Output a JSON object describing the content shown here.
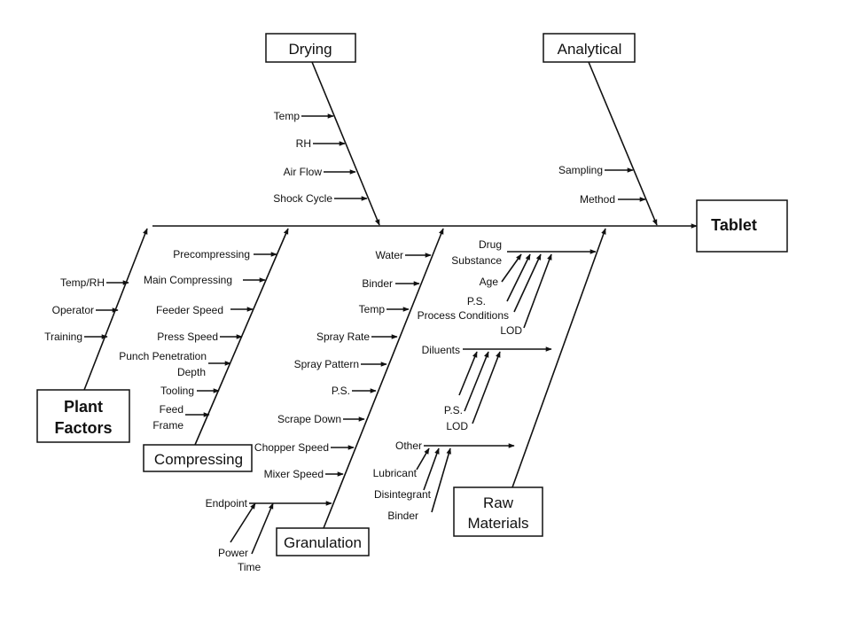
{
  "effect": "Tablet",
  "categories": {
    "drying": {
      "label": "Drying",
      "causes": [
        "Temp",
        "RH",
        "Air Flow",
        "Shock Cycle"
      ]
    },
    "analytical": {
      "label": "Analytical",
      "causes": [
        "Sampling",
        "Method"
      ]
    },
    "plant_factors": {
      "label_line1": "Plant",
      "label_line2": "Factors",
      "causes": [
        "Temp/RH",
        "Operator",
        "Training"
      ]
    },
    "compressing": {
      "label": "Compressing",
      "causes": [
        "Precompressing",
        "Main Compressing",
        "Feeder Speed",
        "Press Speed",
        "Punch Penetration",
        "Depth",
        "Tooling",
        "Feed",
        "Frame"
      ]
    },
    "granulation": {
      "label": "Granulation",
      "causes": [
        "Water",
        "Binder",
        "Temp",
        "Spray Rate",
        "Spray Pattern",
        "P.S.",
        "Scrape Down",
        "Chopper Speed",
        "Mixer Speed",
        "Endpoint",
        "Power",
        "Time"
      ]
    },
    "raw_materials": {
      "label_line1": "Raw",
      "label_line2": "Materials",
      "drug_substance": {
        "line1": "Drug",
        "line2": "Substance",
        "causes": [
          "Age",
          "P.S.",
          "Process Conditions",
          "LOD"
        ]
      },
      "diluents": {
        "label": "Diluents",
        "causes": [
          "P.S.",
          "LOD"
        ]
      },
      "other": {
        "label": "Other",
        "causes": [
          "Lubricant",
          "Disintegrant",
          "Binder"
        ]
      }
    }
  }
}
